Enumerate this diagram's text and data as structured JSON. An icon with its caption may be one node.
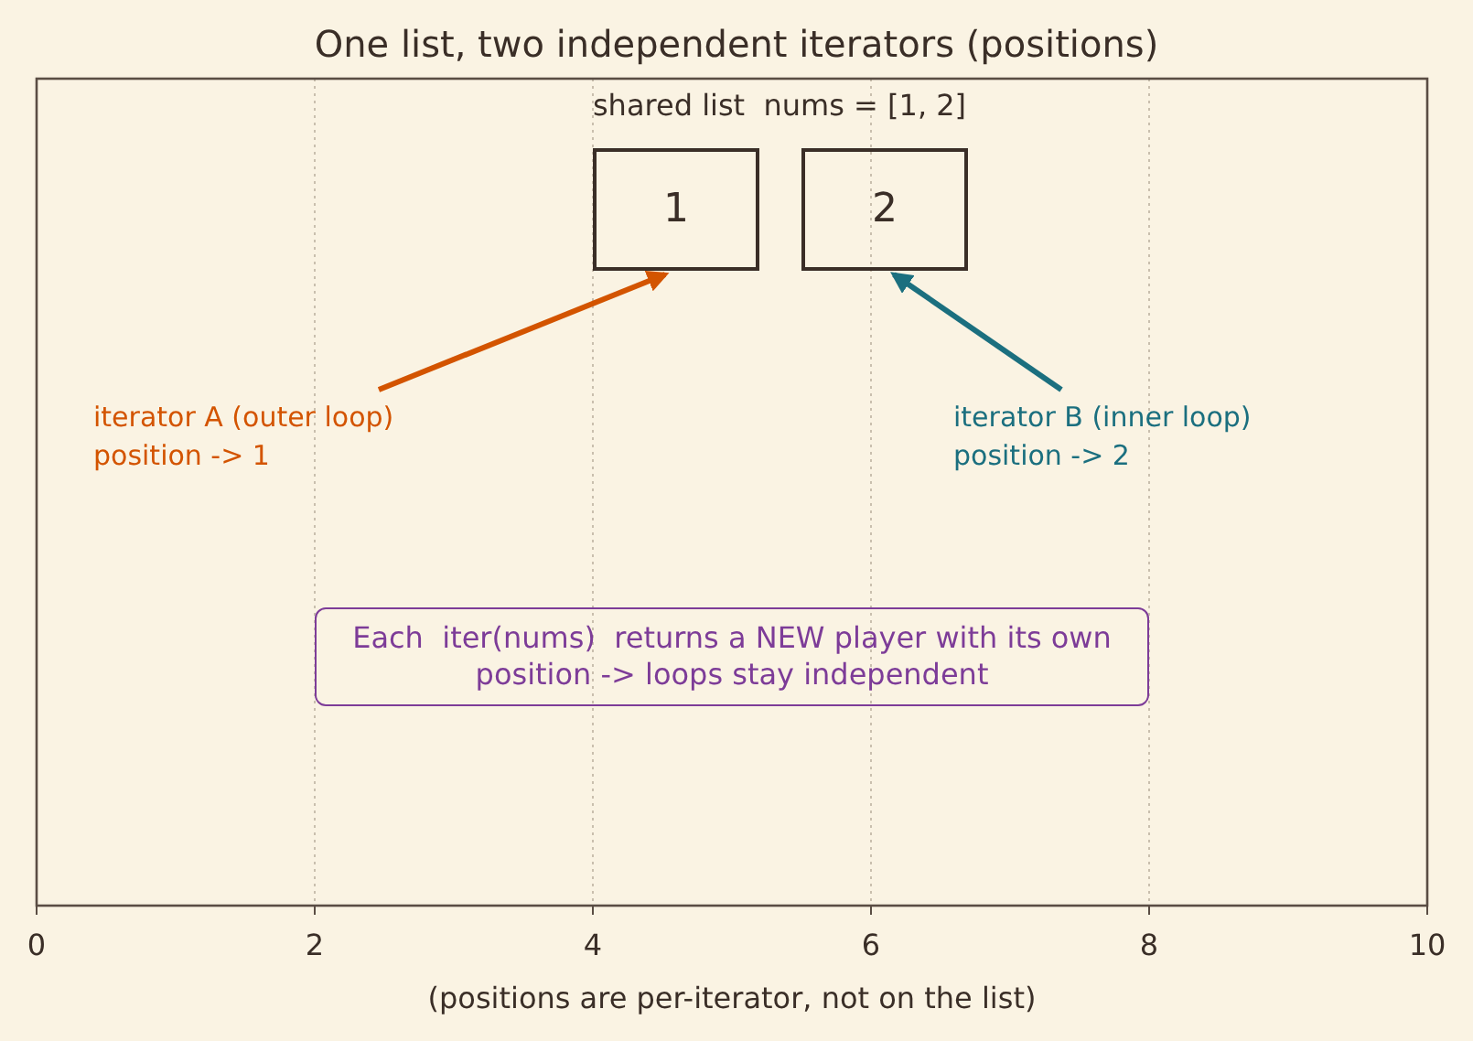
{
  "diagram": {
    "title": "One list, two independent iterators (positions)",
    "nodes": [
      {
        "text": [
          "1"
        ]
      },
      {
        "text": [
          "2"
        ]
      },
      {
        "text": [
          "iterator A (outer loop) position -> 1"
        ]
      },
      {
        "text": [
          "iterator B (inner loop) position -> 2"
        ]
      },
      {
        "text": [
          "Each  iter(nums)  returns a NEW player with its own position -> loops stay independent"
        ]
      }
    ],
    "edges": [
      {
        "from": 2,
        "to": 0,
        "arrow": "to",
        "color": "#d35400"
      },
      {
        "from": 3,
        "to": 1,
        "arrow": "to",
        "color": "#1b6f7f"
      }
    ],
    "labels": [
      "shared list  nums = [1, 2]",
      "0",
      "2",
      "4",
      "6",
      "8",
      "10",
      "(positions are per-iterator, not on the list)"
    ]
  }
}
